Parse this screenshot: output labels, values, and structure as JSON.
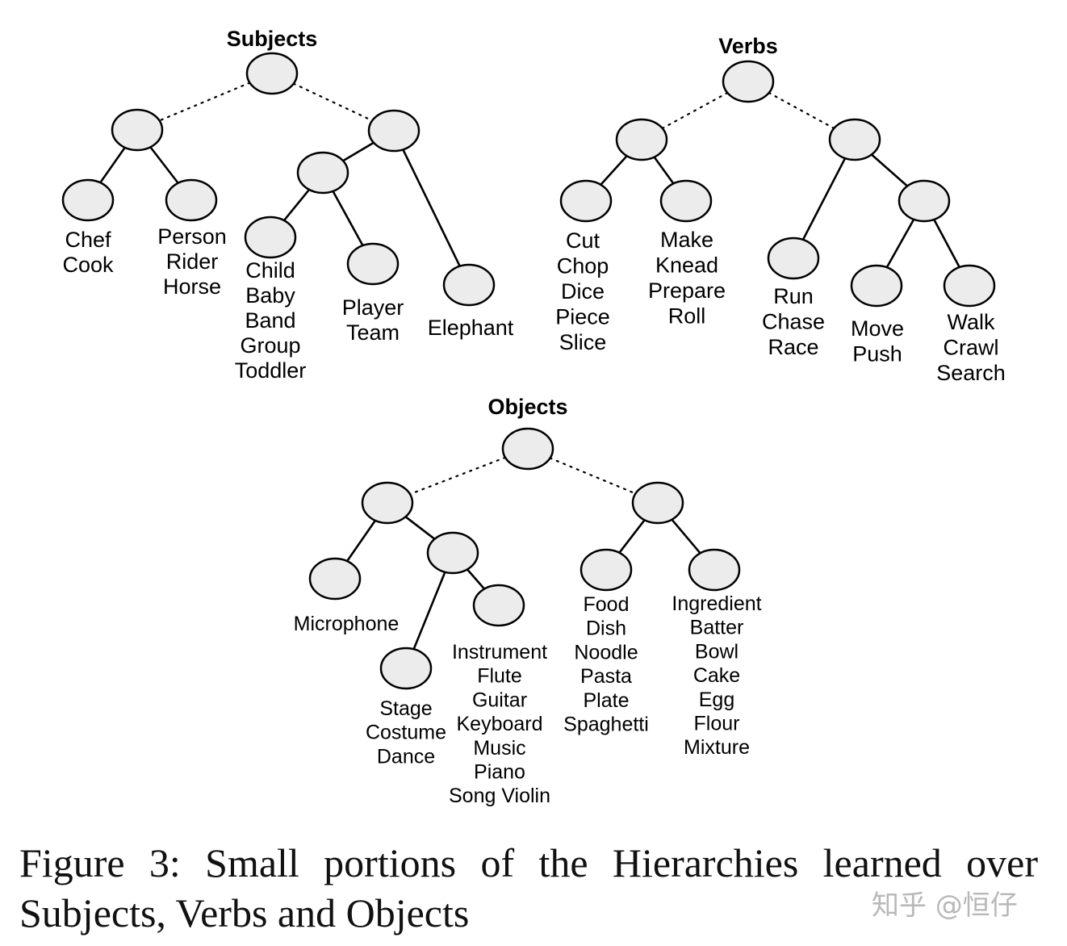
{
  "trees": {
    "subjects": {
      "title": "Subjects",
      "leaves": [
        [
          "Chef",
          "Cook"
        ],
        [
          "Person",
          "Rider",
          "Horse"
        ],
        [
          "Child",
          "Baby",
          "Band",
          "Group",
          "Toddler"
        ],
        [
          "Player",
          "Team"
        ],
        [
          "Elephant"
        ]
      ]
    },
    "verbs": {
      "title": "Verbs",
      "leaves": [
        [
          "Cut",
          "Chop",
          "Dice",
          "Piece",
          "Slice"
        ],
        [
          "Make",
          "Knead",
          "Prepare",
          "Roll"
        ],
        [
          "Run",
          "Chase",
          "Race"
        ],
        [
          "Move",
          "Push"
        ],
        [
          "Walk",
          "Crawl",
          "Search"
        ]
      ]
    },
    "objects": {
      "title": "Objects",
      "leaves": [
        [
          "Microphone"
        ],
        [
          "Stage",
          "Costume",
          "Dance"
        ],
        [
          "Instrument",
          "Flute",
          "Guitar",
          "Keyboard",
          "Music",
          "Piano",
          "Song Violin"
        ],
        [
          "Food",
          "Dish",
          "Noodle",
          "Pasta",
          "Plate",
          "Spaghetti"
        ],
        [
          "Ingredient",
          "Batter",
          "Bowl",
          "Cake",
          "Egg",
          "Flour",
          "Mixture"
        ]
      ]
    }
  },
  "caption": "Figure 3:  Small portions of the Hierarchies learned over Subjects, Verbs and Objects",
  "watermark": "知乎 @恒仔",
  "colors": {
    "node_fill": "#ececec",
    "stroke": "#000000",
    "text": "#000000"
  }
}
